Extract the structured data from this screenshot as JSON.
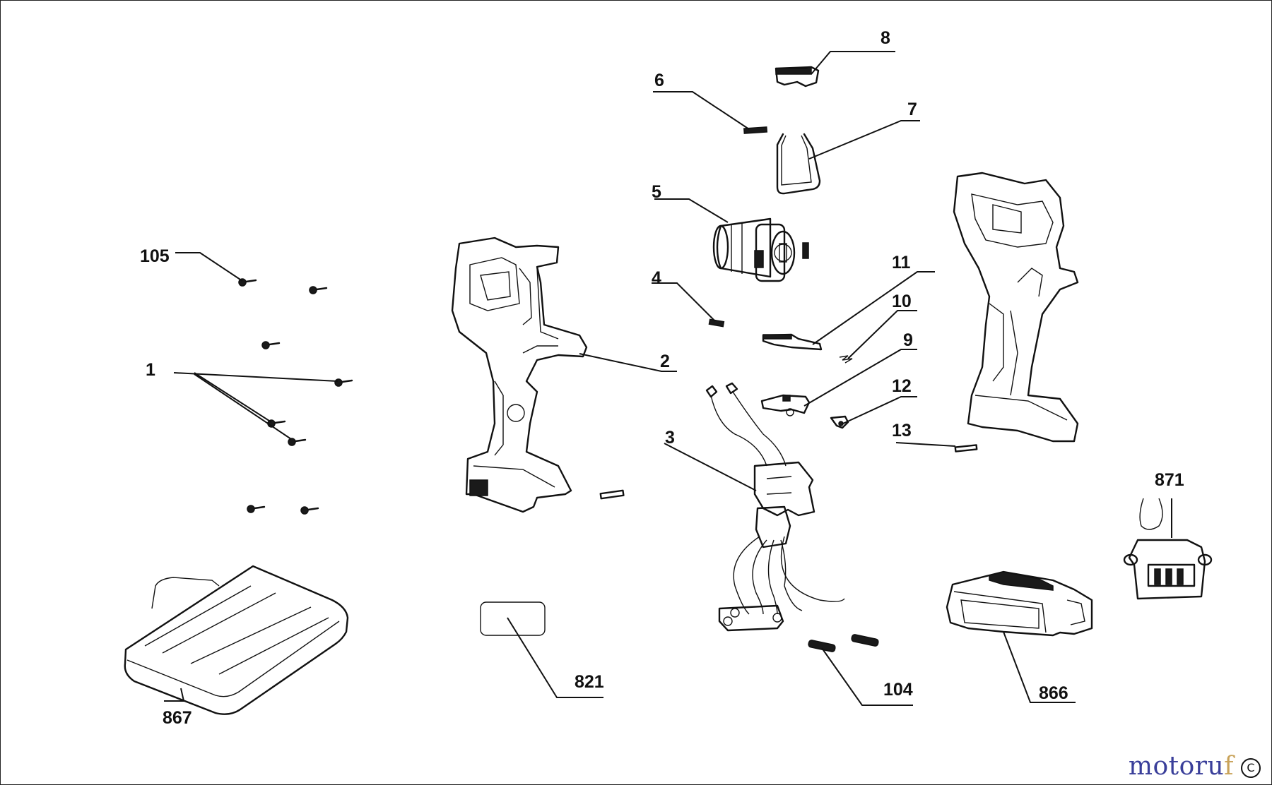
{
  "callouts": {
    "c1": "1",
    "c2": "2",
    "c3": "3",
    "c4": "4",
    "c5": "5",
    "c6": "6",
    "c7": "7",
    "c8": "8",
    "c9": "9",
    "c10": "10",
    "c11": "11",
    "c12": "12",
    "c13": "13",
    "c104": "104",
    "c105": "105",
    "c821": "821",
    "c866": "866",
    "c867": "867",
    "c871": "871"
  },
  "watermark": {
    "part1": "motoru",
    "part2": "f"
  },
  "copyright_symbol": "C"
}
